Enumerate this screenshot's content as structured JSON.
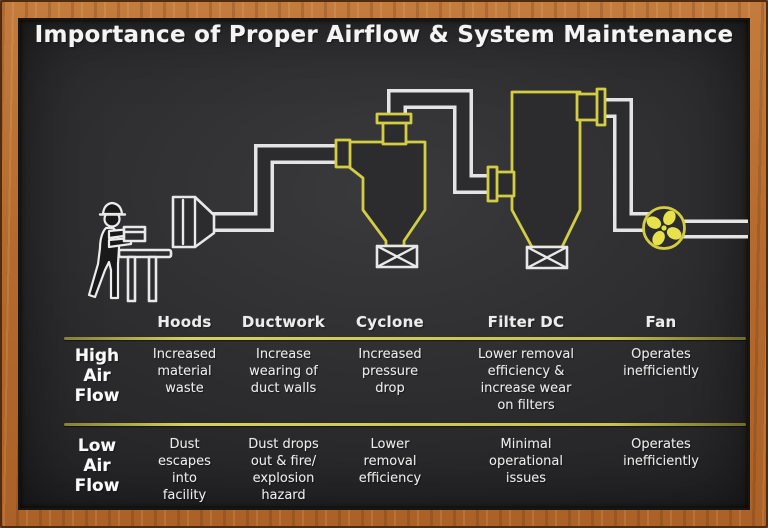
{
  "title": "Importance of Proper Airflow & System Maintenance",
  "colors": {
    "chalk_white": "#e8e8e8",
    "vessel_yellow": "#d2cd42",
    "fan_blade_yellow": "#e7e14b",
    "divider_yellow": "#c9c44e",
    "board": "#2b2b2d",
    "frame_wood": "#b56b2e"
  },
  "diagram": {
    "components": [
      "worker-at-workstation",
      "capture-hood",
      "ductwork",
      "cyclone-separator",
      "cyclone-rotary-airlock",
      "filter-dust-collector",
      "filter-rotary-airlock",
      "exhaust-fan",
      "exhaust-duct"
    ]
  },
  "table": {
    "headers": [
      "Hoods",
      "Ductwork",
      "Cyclone",
      "Filter DC",
      "Fan"
    ],
    "rows": [
      {
        "label": "High\nAir\nFlow",
        "cells": [
          "Increased\nmaterial\nwaste",
          "Increase\nwearing of\nduct walls",
          "Increased\npressure\ndrop",
          "Lower removal\nefficiency &\nincrease wear\non filters",
          "Operates\ninefficiently"
        ]
      },
      {
        "label": "Low\nAir\nFlow",
        "cells": [
          "Dust\nescapes\ninto\nfacility",
          "Dust drops\nout & fire/\nexplosion\nhazard",
          "Lower\nremoval\nefficiency",
          "Minimal\noperational\nissues",
          "Operates\ninefficiently"
        ]
      }
    ]
  }
}
